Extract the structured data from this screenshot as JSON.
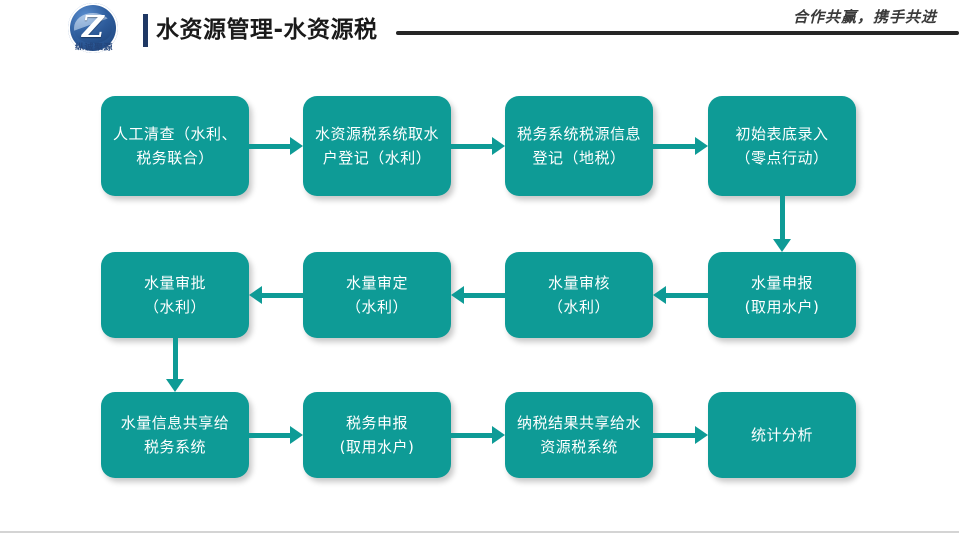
{
  "header": {
    "logo_text": "纵诚聚源",
    "logo_glyph": "Z",
    "title": "水资源管理-水资源税",
    "tagline": "合作共赢，携手共进"
  },
  "colors": {
    "node_fill": "#0e9b96",
    "accent_bar": "#1f3864",
    "rule": "#262626",
    "footer_rule": "#d4d4d4",
    "node_text": "#ffffff"
  },
  "flow": {
    "nodes": [
      {
        "id": "n1",
        "label": "人工清查（水利、\n税务联合）",
        "row": 1,
        "col": 1
      },
      {
        "id": "n2",
        "label": "水资源税系统取水\n户登记（水利）",
        "row": 1,
        "col": 2
      },
      {
        "id": "n3",
        "label": "税务系统税源信息\n登记（地税）",
        "row": 1,
        "col": 3
      },
      {
        "id": "n4",
        "label": "初始表底录入\n（零点行动）",
        "row": 1,
        "col": 4
      },
      {
        "id": "n5",
        "label": "水量审批\n（水利）",
        "row": 2,
        "col": 1
      },
      {
        "id": "n6",
        "label": "水量审定\n（水利）",
        "row": 2,
        "col": 2
      },
      {
        "id": "n7",
        "label": "水量审核\n（水利）",
        "row": 2,
        "col": 3
      },
      {
        "id": "n8",
        "label": "水量申报\n(取用水户)",
        "row": 2,
        "col": 4
      },
      {
        "id": "n9",
        "label": "水量信息共享给\n税务系统",
        "row": 3,
        "col": 1
      },
      {
        "id": "n10",
        "label": "税务申报\n(取用水户)",
        "row": 3,
        "col": 2
      },
      {
        "id": "n11",
        "label": "纳税结果共享给水\n资源税系统",
        "row": 3,
        "col": 3
      },
      {
        "id": "n12",
        "label": "统计分析",
        "row": 3,
        "col": 4
      }
    ],
    "edges": [
      {
        "from": "n1",
        "to": "n2",
        "direction": "right"
      },
      {
        "from": "n2",
        "to": "n3",
        "direction": "right"
      },
      {
        "from": "n3",
        "to": "n4",
        "direction": "right"
      },
      {
        "from": "n4",
        "to": "n8",
        "direction": "down"
      },
      {
        "from": "n8",
        "to": "n7",
        "direction": "left"
      },
      {
        "from": "n7",
        "to": "n6",
        "direction": "left"
      },
      {
        "from": "n6",
        "to": "n5",
        "direction": "left"
      },
      {
        "from": "n5",
        "to": "n9",
        "direction": "down"
      },
      {
        "from": "n9",
        "to": "n10",
        "direction": "right"
      },
      {
        "from": "n10",
        "to": "n11",
        "direction": "right"
      },
      {
        "from": "n11",
        "to": "n12",
        "direction": "right"
      }
    ]
  }
}
